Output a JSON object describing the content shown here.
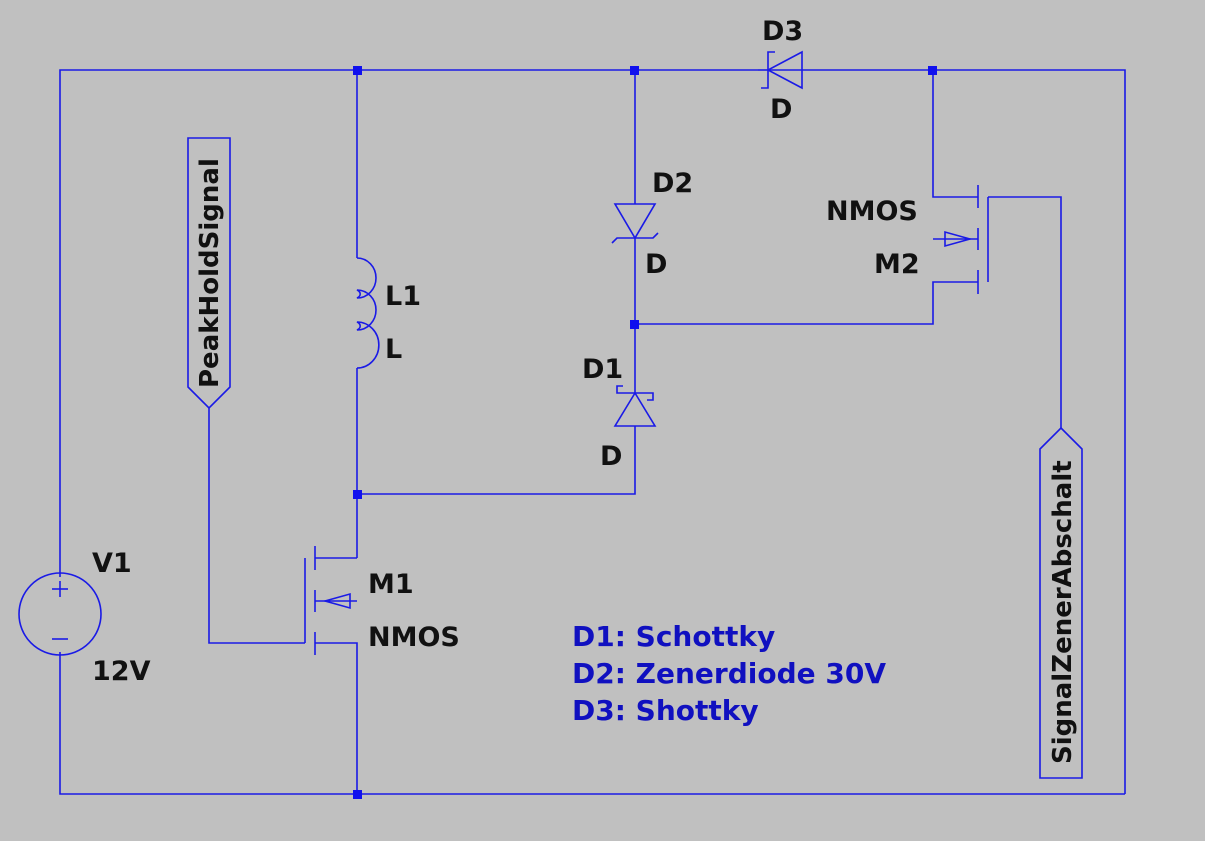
{
  "components": {
    "v1": {
      "name": "V1",
      "value": "12V"
    },
    "l1": {
      "name": "L1",
      "value": "L"
    },
    "m1": {
      "name": "M1",
      "model": "NMOS"
    },
    "m2": {
      "name": "M2",
      "model": "NMOS"
    },
    "d1": {
      "name": "D1",
      "model": "D"
    },
    "d2": {
      "name": "D2",
      "model": "D"
    },
    "d3": {
      "name": "D3",
      "model": "D"
    }
  },
  "net_labels": {
    "peak_hold": "PeakHoldSignal",
    "zener_off": "SignalZenerAbschalt"
  },
  "notes": [
    "D1: Schottky",
    "D2: Zenerdiode 30V",
    "D3: Shottky"
  ],
  "colors": {
    "background": "#c0c0c0",
    "wire": "#1a1ae6",
    "junction": "#1010ee",
    "label": "#111111",
    "note": "#1010c0"
  }
}
